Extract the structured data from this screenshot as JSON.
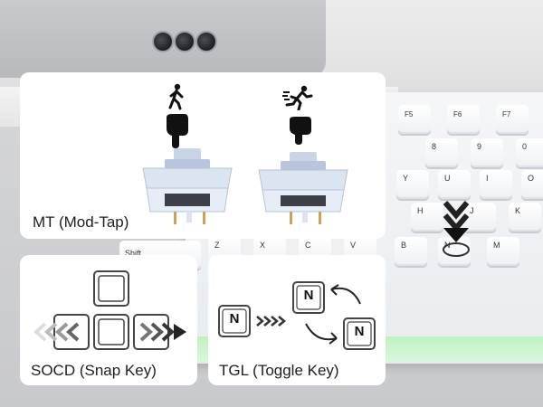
{
  "background": {
    "keys": {
      "f_row": [
        "F5",
        "F6",
        "F7"
      ],
      "row1": [
        "8",
        "9",
        "0"
      ],
      "row2": [
        "Y",
        "U",
        "I",
        "O"
      ],
      "row3": [
        "H",
        "J",
        "K"
      ],
      "row4": [
        "Z",
        "X",
        "C",
        "V",
        "B",
        "N",
        "M"
      ],
      "shift": "Shift"
    }
  },
  "cards": {
    "mod_tap": {
      "label": "MT (Mod-Tap)",
      "walk_icon": "walking-person-icon",
      "run_icon": "running-person-icon"
    },
    "socd": {
      "label": "SOCD (Snap Key)"
    },
    "toggle": {
      "label": "TGL (Toggle Key)",
      "key_letter": "N"
    }
  },
  "colors": {
    "card_bg": "#ffffff",
    "switch_housing": "#dbe4f1",
    "kb_glow": "#c9f3cd"
  }
}
